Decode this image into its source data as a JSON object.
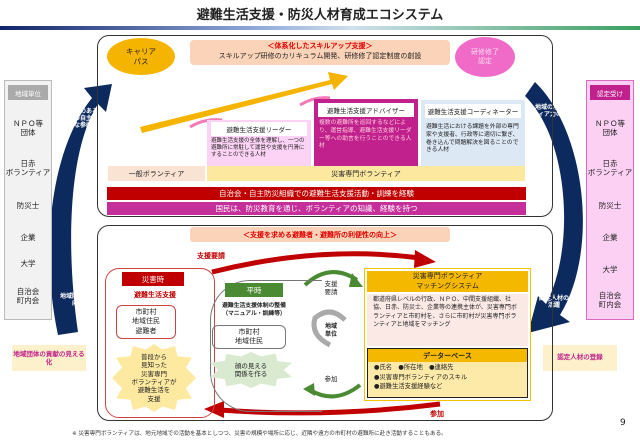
{
  "title": "避難生活支援・防災人材育成エコシステム",
  "left_panel": {
    "header": "地域単位",
    "items": [
      "ＮＰＯ等\n団体",
      "日赤\nボランティア",
      "防災士",
      "企業",
      "大学",
      "自治会\n町内会"
    ],
    "arc_top": "意欲のある方の自主的な参画",
    "arc_bottom": "地域防災力の向上",
    "label": "地域団体の貢献の見える化"
  },
  "right_panel": {
    "header": "認定受け",
    "items": [
      "ＮＰＯ等\n団体",
      "日赤\nボランティア",
      "防災士",
      "企業",
      "大学",
      "自治会\n町内会"
    ],
    "arc_top": "地域のボランティア力の向上",
    "arc_bottom": "認定人材の活躍",
    "label": "認定人材の登録"
  },
  "top": {
    "career_path": "キャリア\nパス",
    "banner_title": "＜体系化したスキルアップ支援＞",
    "banner_text": "スキルアップ研修のカリキュラム開発、研修修了認定制度の創設",
    "certification": "研修修了\n認定",
    "leader": {
      "title": "避難生活支援リーダー",
      "text": "避難生活支援の全体を理解し、一つの避難所に常駐して運営や支援を円滑にすることのできる人材"
    },
    "advisor": {
      "title": "避難生活支援アドバイザー",
      "text": "複数の避難所を巡回するなどにより、運営指導、避難生活支援リーダー等への助言を行うことのできる人材"
    },
    "coordinator": {
      "title": "避難生活支援コーディネーター",
      "text": "避難生活における課題を外部の専門家や支援者、行政等に適切に繋ぎ、巻き込んで問題解決を図ることのできる人材"
    },
    "general_volunteer": "一般ボランティア",
    "disaster_volunteer": "災害専門ボランティア",
    "band_red": "自治会・自主防災組織での避難生活支援活動・訓練を経験",
    "band_magenta": "国民は、防災教育を通じ、ボランティアの知識、経験を持つ"
  },
  "bottom": {
    "banner": "＜支援を求める避難者・避難所の利便性の向上＞",
    "support_request": "支援要請",
    "participate": "参加",
    "disaster": {
      "header": "災害時",
      "subtitle": "避難生活支援",
      "actors": "市町村\n地域住民\n避難者",
      "burst": "普段から\n見知った\n災害専門\nボランティアが\n避難生活を\n支援"
    },
    "normal": {
      "header": "平時",
      "text": "避難生活支援体制の整備\n（マニュアル・訓練等）",
      "actors": "市町村\n地域住民",
      "burst": "顔の見える\n関係を作る"
    },
    "cycle": {
      "top": "支援\n要請",
      "center": "地域\n単位",
      "bottom": "参加"
    },
    "matching": {
      "title": "災害専門ボランティア\nマッチングシステム",
      "text": "都道府県レベルの行政、ＮＰＯ、中間支援組織、社協、日赤、防災士、企業等の連携主体が、災害専門ボランティアと市町村を、さらに市町村が災害専門ボランティアと地域をマッチング"
    },
    "database": {
      "title": "データーベース",
      "items": [
        "●氏名　●所在地　●連絡先",
        "●災害専門ボランティアのスキル",
        "●避難生活支援経験など"
      ]
    }
  },
  "footnote": "※ 災害専門ボランティアは、地元地域での活動を基本としつつ、災害の規模や場所に応じ、近隣や遠方の市町村の避難所に赴き活動することもある。",
  "page_number": "9",
  "colors": {
    "navy": "#0c2a5e",
    "red": "#c00000",
    "magenta": "#c0218c",
    "yellow": "#f5b800",
    "green": "#4a8a32"
  }
}
